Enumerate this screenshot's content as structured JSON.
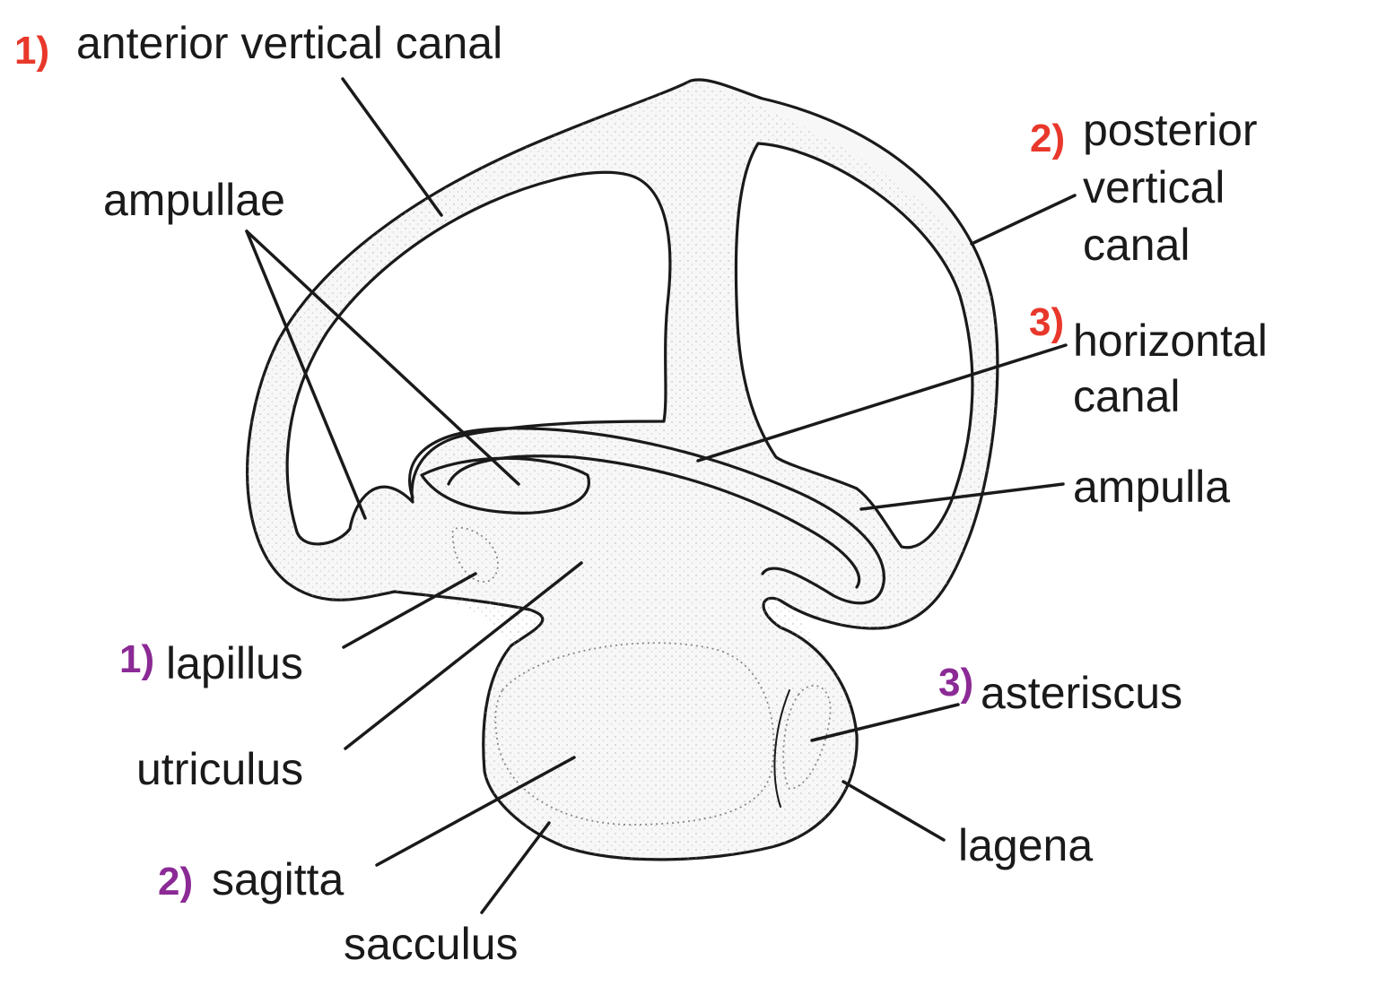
{
  "colors": {
    "canal_numbers": "#e8382b",
    "otolith_numbers": "#8b2a95",
    "label_text": "#1a1a1a"
  },
  "numbers": {
    "anterior": "1)",
    "posterior": "2)",
    "horizontal": "3)",
    "lapillus": "1)",
    "sagitta": "2)",
    "asteriscus": "3)"
  },
  "labels": {
    "anterior_vertical_canal": "anterior vertical canal",
    "ampullae": "ampullae",
    "posterior_line1": "posterior",
    "posterior_line2": "vertical",
    "posterior_line3": "canal",
    "horizontal_line1": "horizontal",
    "horizontal_line2": "canal",
    "ampulla": "ampulla",
    "lapillus": "lapillus",
    "utriculus": "utriculus",
    "asteriscus": "asteriscus",
    "lagena": "lagena",
    "sagitta": "sagitta",
    "sacculus": "sacculus"
  }
}
